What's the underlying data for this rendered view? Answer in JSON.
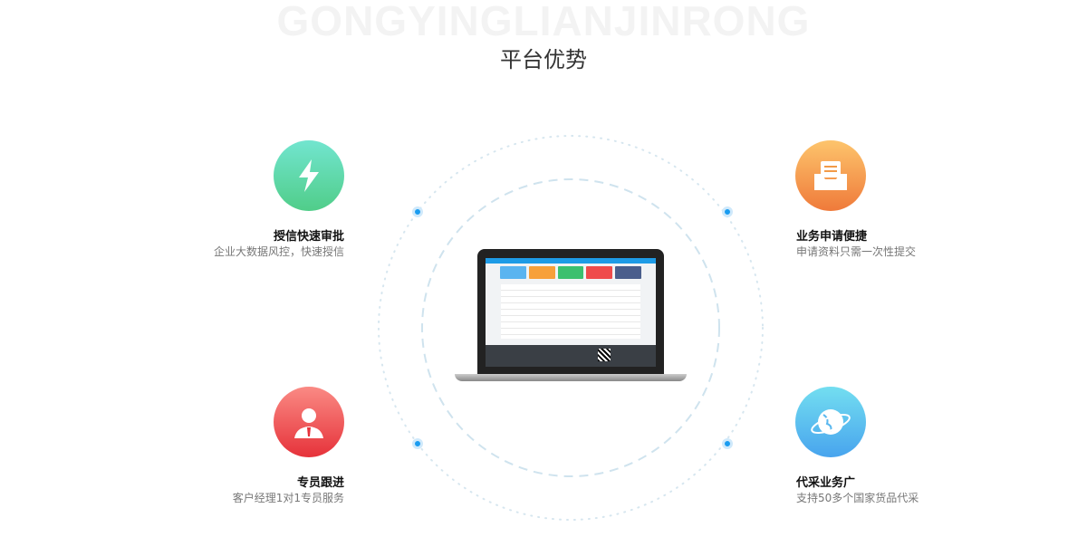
{
  "watermark": "GONGYINGLIANJINRONG",
  "title": "平台优势",
  "features": [
    {
      "title": "授信快速审批",
      "desc": "企业大数据风控，快速授信",
      "icon": "lightning-icon",
      "colors": [
        "#72e5cf",
        "#50cd89"
      ]
    },
    {
      "title": "业务申请便捷",
      "desc": "申请资料只需一次性提交",
      "icon": "mail-tray-icon",
      "colors": [
        "#fdc46c",
        "#ef7a3a"
      ]
    },
    {
      "title": "专员跟进",
      "desc": "客户经理1对1专员服务",
      "icon": "agent-icon",
      "colors": [
        "#fa8a84",
        "#e6323a"
      ]
    },
    {
      "title": "代采业务广",
      "desc": "支持50多个国家货品代采",
      "icon": "globe-icon",
      "colors": [
        "#73def0",
        "#48a4ee"
      ]
    }
  ],
  "accent": "#1e9be6"
}
